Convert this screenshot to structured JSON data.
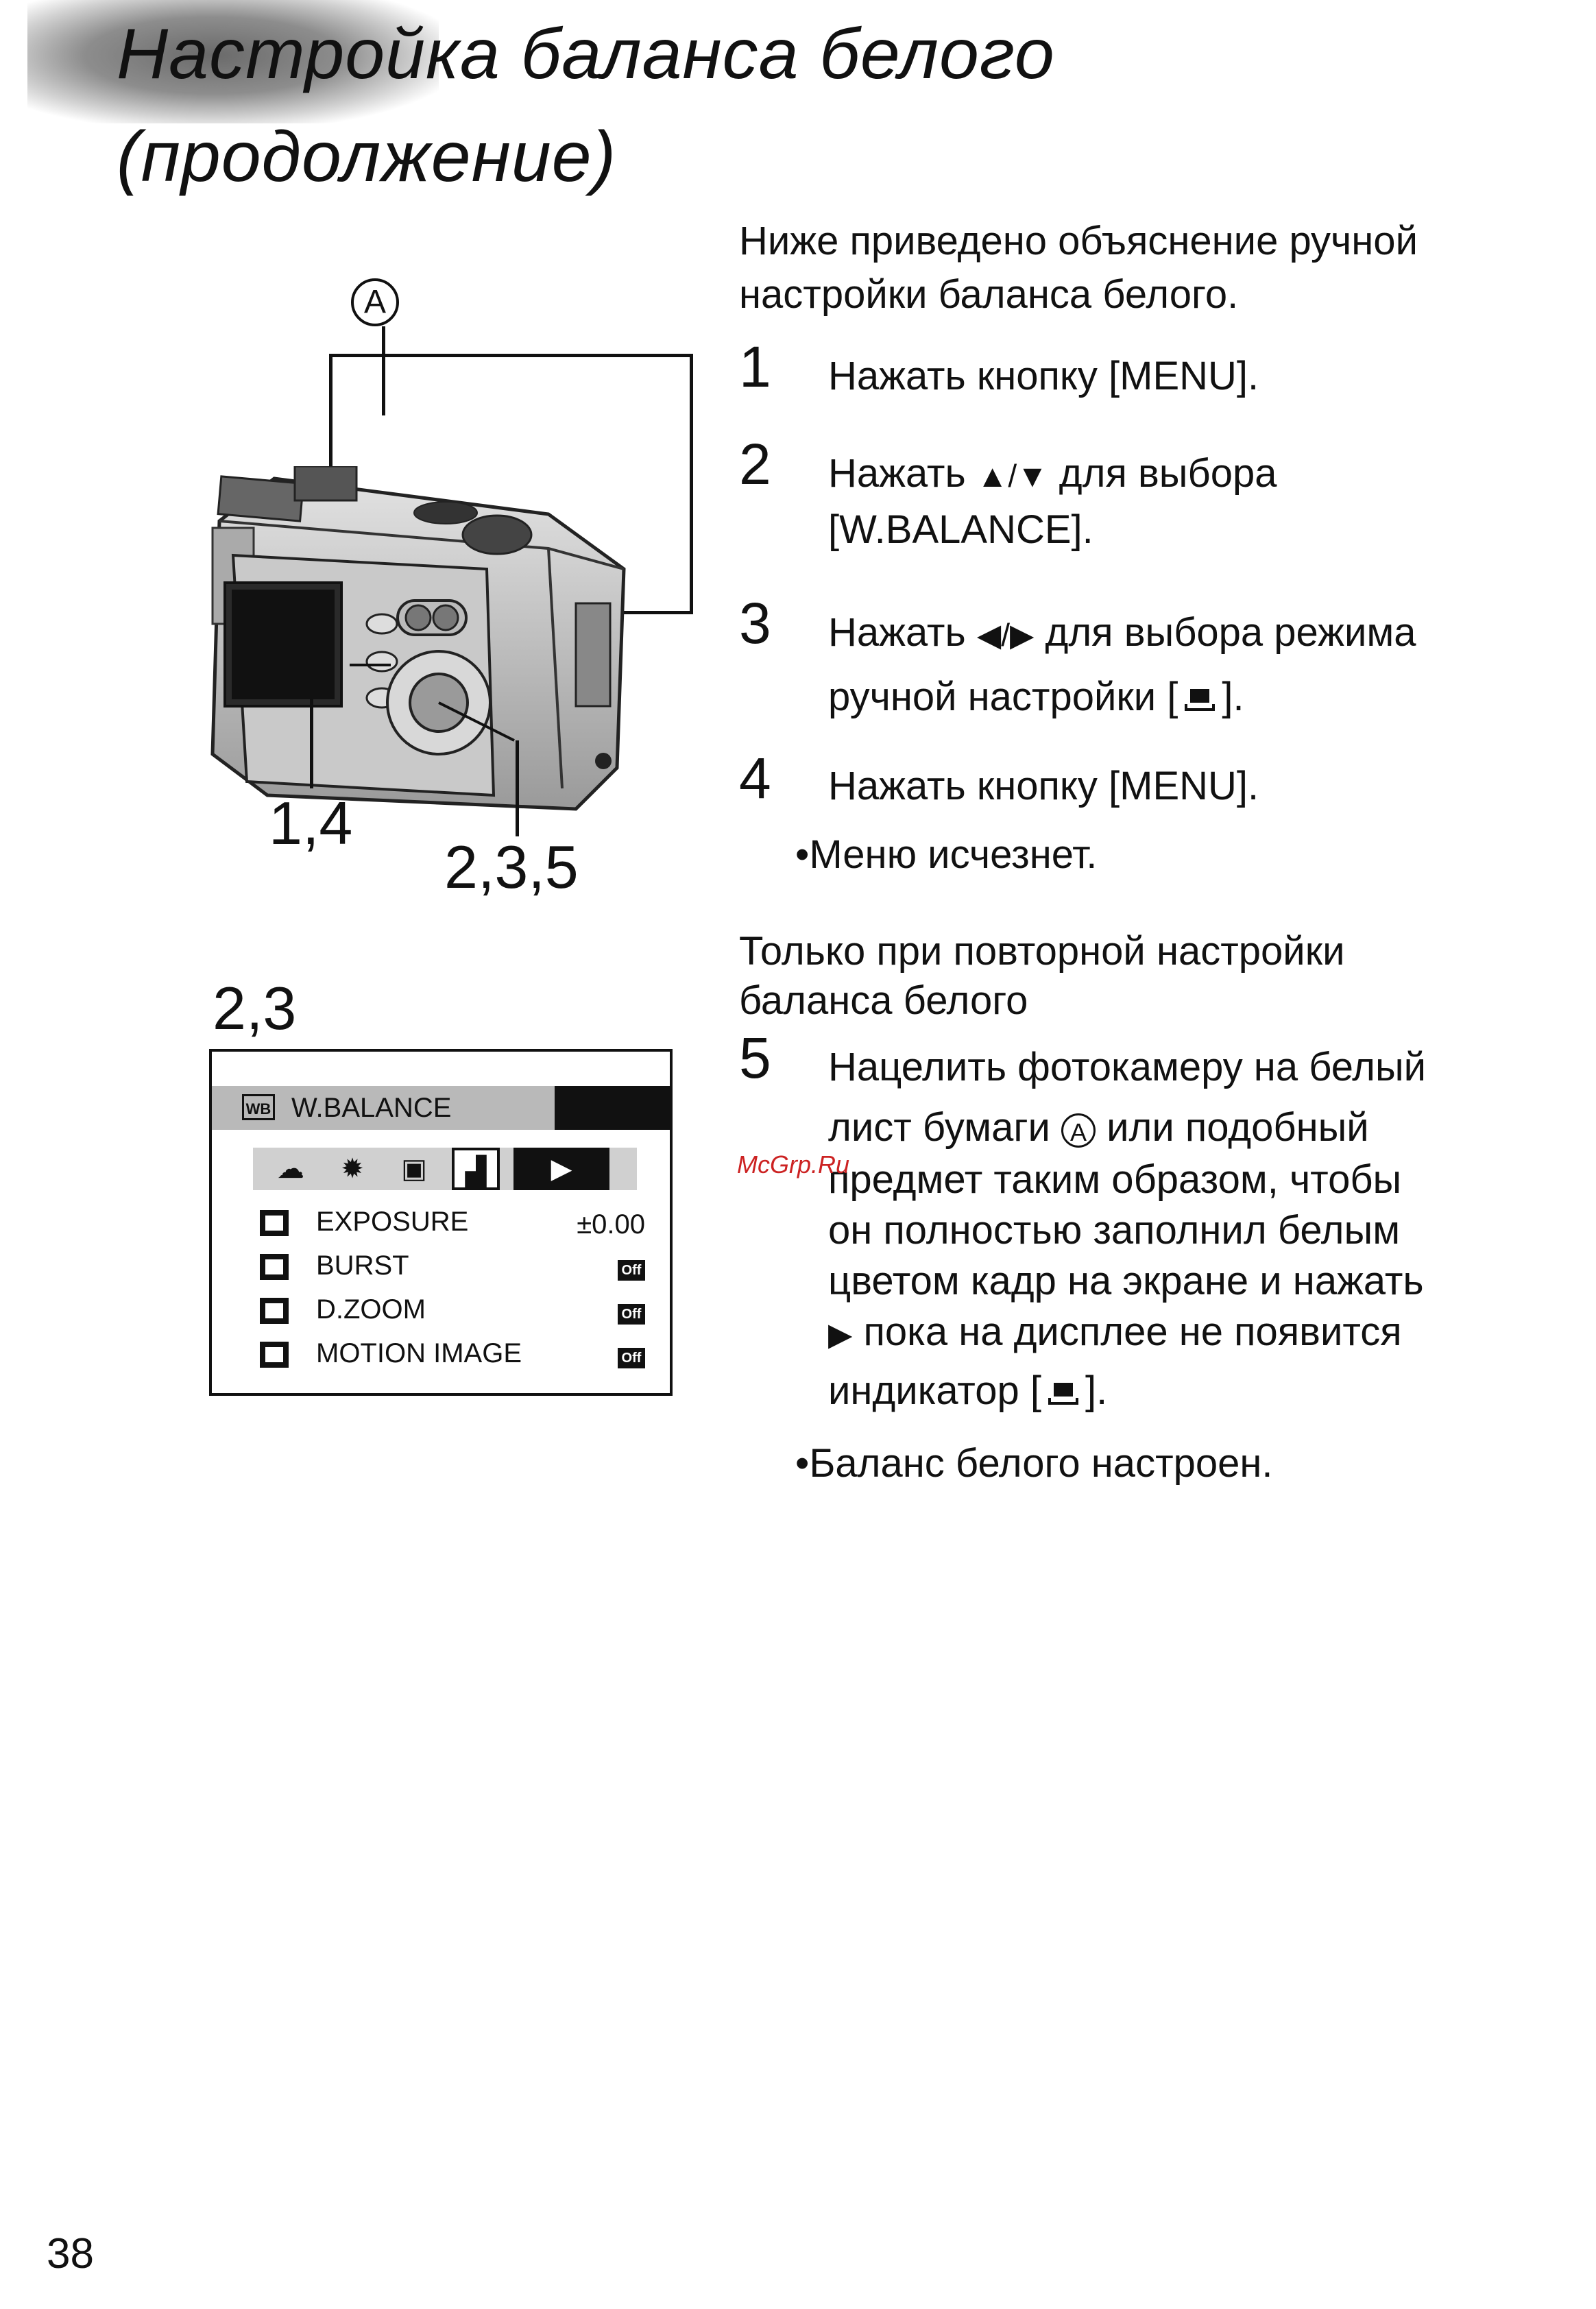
{
  "title": {
    "line1": "Настройка баланса белого",
    "line2": "(продолжение)"
  },
  "intro": {
    "line1": "Ниже приведено объяснение ручной",
    "line2": "настройки баланса белого."
  },
  "steps": [
    {
      "num": "1",
      "lines": [
        "Нажать кнопку [MENU]."
      ]
    },
    {
      "num": "2",
      "line1_pre": "Нажать ",
      "line1_glyph": "▲/▼",
      "line1_post": " для  выбора",
      "line2": "[W.BALANCE]."
    },
    {
      "num": "3",
      "line1_pre": "Нажать ",
      "line1_glyph": "◀/▶",
      "line1_post": " для  выбора режима",
      "line2_pre": "ручной настройки [",
      "line2_post": "]."
    },
    {
      "num": "4",
      "lines": [
        "Нажать кнопку [MENU]."
      ],
      "bullet": "Меню исчезнет."
    }
  ],
  "repeat_note": {
    "line1": "Только при повторной настройки",
    "line2": "баланса белого"
  },
  "step5": {
    "num": "5",
    "line1": "Нацелить фотокамеру на белый",
    "line2_pre": "лист бумаги ",
    "circle_a": "A",
    "line2_post": " или подобный",
    "line3": "предмет таким образом, чтобы",
    "line4": "он полностью заполнил белым",
    "line5": "цветом кадр на экране и нажать",
    "line6_glyph": "▶",
    "line6_post": " пока на дисплее не появится",
    "line7_pre": "индикатор [",
    "line7_post": "].",
    "bullet": "Баланс белого настроен."
  },
  "illustration": {
    "callout_a": "A",
    "label_14": "1,4",
    "label_235": "2,3,5",
    "label_23": "2,3"
  },
  "menu": {
    "badge": "WB",
    "title": "W.BALANCE",
    "modes": [
      "☁",
      "✹",
      "▣",
      "▟",
      "▶"
    ],
    "items": [
      {
        "label": "EXPOSURE",
        "value": "±0.00"
      },
      {
        "label": "BURST",
        "value": "Off"
      },
      {
        "label": "D.ZOOM",
        "value": "Off"
      },
      {
        "label": "MOTION IMAGE",
        "value": "Off"
      }
    ]
  },
  "watermark": "McGrp.Ru",
  "page_number": "38",
  "icons": [
    "camera-illustration",
    "manual-wb-icon",
    "circle-a-icon",
    "bullet-dot"
  ]
}
